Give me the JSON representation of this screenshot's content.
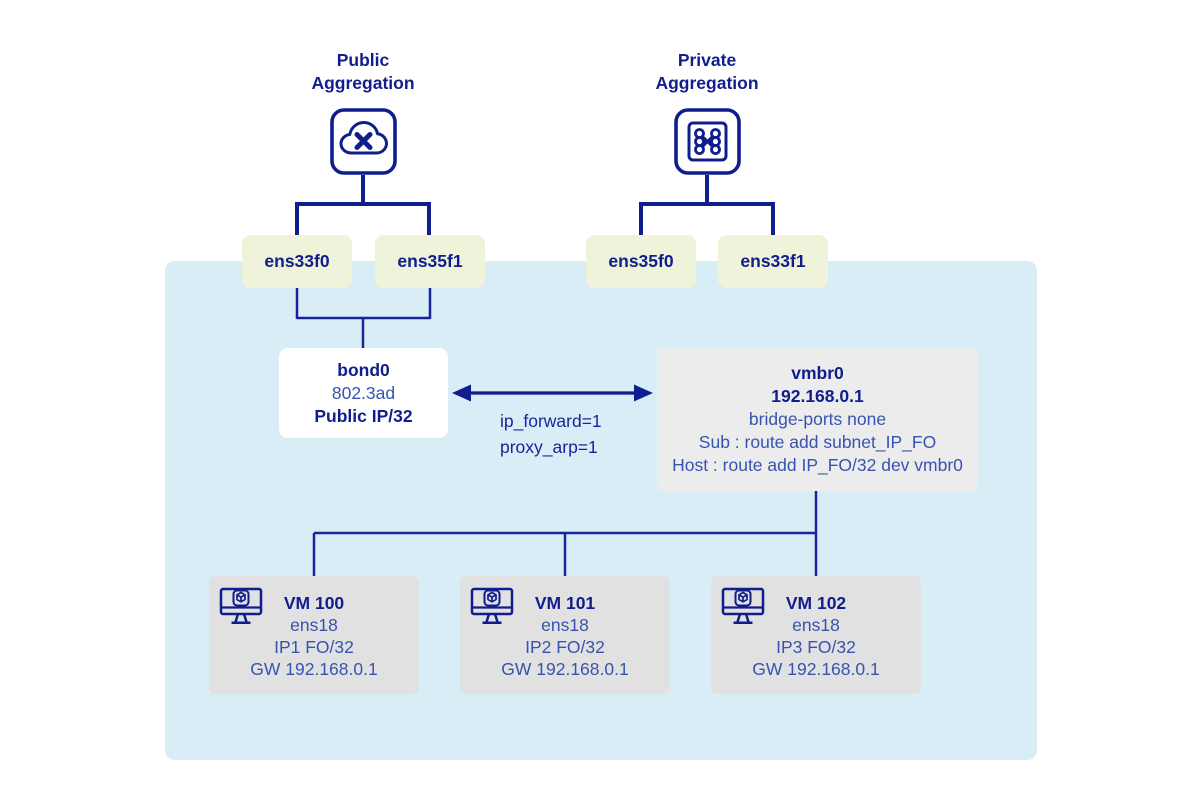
{
  "labels": {
    "public_aggregation": [
      "Public",
      "Aggregation"
    ],
    "private_aggregation": [
      "Private",
      "Aggregation"
    ]
  },
  "interfaces": {
    "public": [
      "ens33f0",
      "ens35f1"
    ],
    "private": [
      "ens35f0",
      "ens33f1"
    ]
  },
  "bond": {
    "name": "bond0",
    "mode": "802.3ad",
    "ip": "Public IP/32"
  },
  "link_labels": {
    "ip_forward": "ip_forward=1",
    "proxy_arp": "proxy_arp=1"
  },
  "bridge": {
    "name": "vmbr0",
    "ip": "192.168.0.1",
    "line1": "bridge-ports none",
    "line2": "Sub : route add subnet_IP_FO",
    "line3": "Host : route add IP_FO/32 dev vmbr0"
  },
  "vms": [
    {
      "name": "VM 100",
      "iface": "ens18",
      "ip": "IP1 FO/32",
      "gw": "GW 192.168.0.1"
    },
    {
      "name": "VM 101",
      "iface": "ens18",
      "ip": "IP2 FO/32",
      "gw": "GW 192.168.0.1"
    },
    {
      "name": "VM 102",
      "iface": "ens18",
      "ip": "IP3 FO/32",
      "gw": "GW 192.168.0.1"
    }
  ],
  "icons": {
    "public_aggregation": "cloud-switch-icon",
    "private_aggregation": "crossbar-switch-icon",
    "vm": "monitor-cube-icon"
  },
  "colors": {
    "navy": "#101d8d",
    "text_blue": "#3753b0",
    "host_background": "#d9edf7",
    "interface_background": "#eef3da",
    "bridge_background": "#ececec",
    "vm_background": "#e1e1e1"
  }
}
